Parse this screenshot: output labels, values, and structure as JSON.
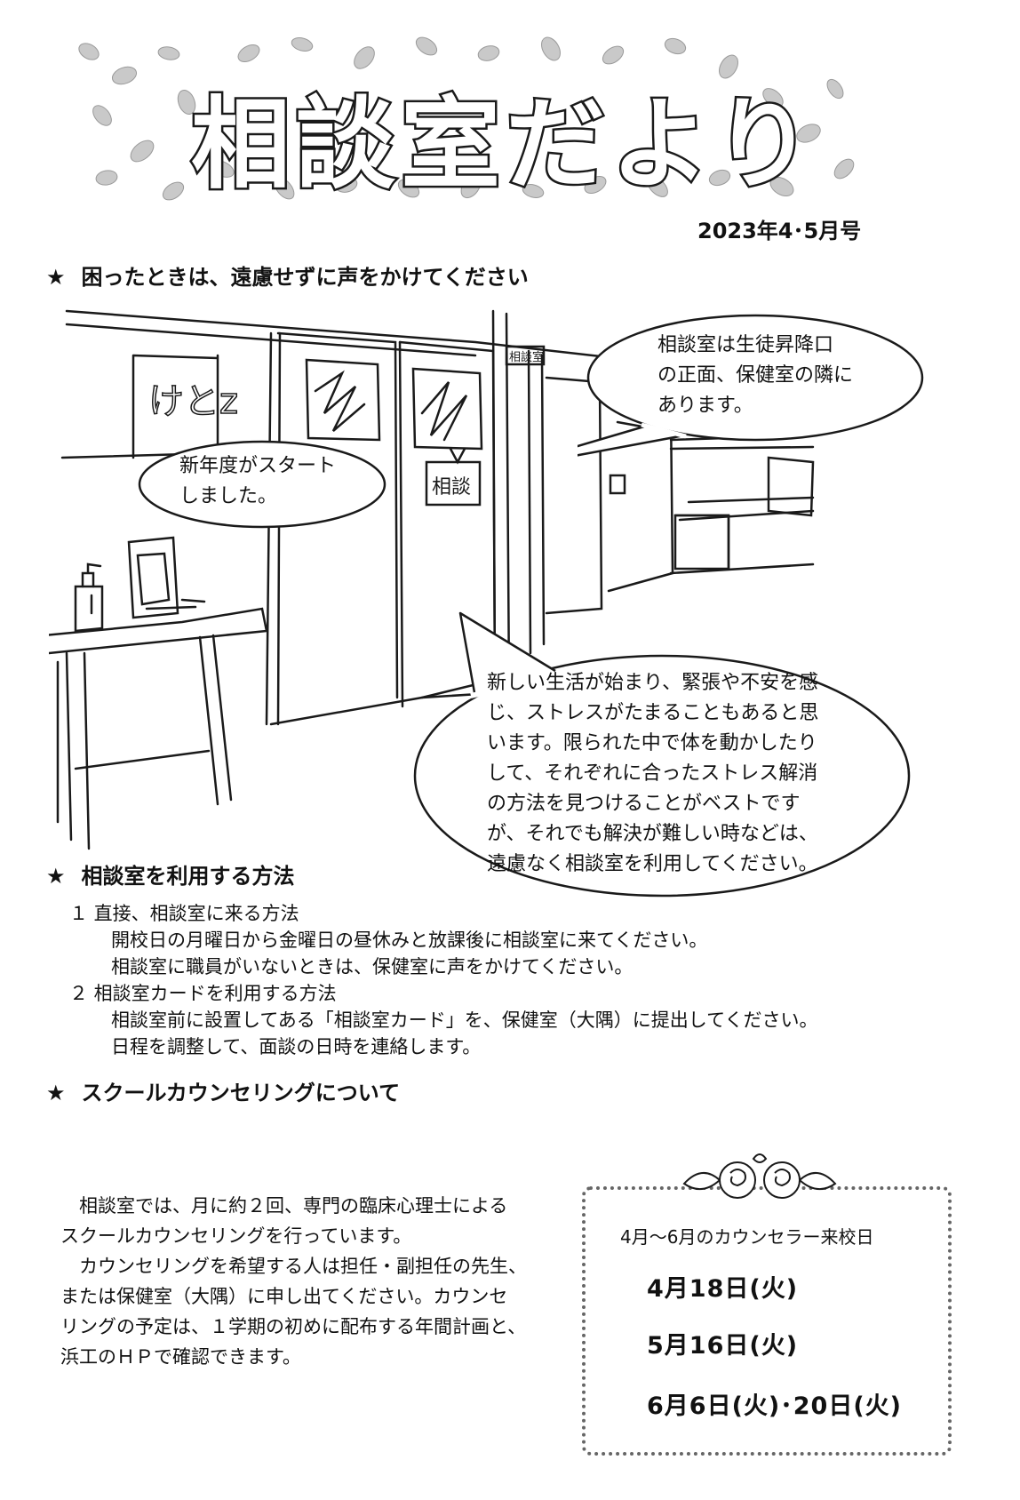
{
  "header": {
    "title": "相談室だより",
    "issue": "2023年4･5月号"
  },
  "section1": {
    "star": "★",
    "heading": "困ったときは、遠慮せずに声をかけてください"
  },
  "illustration": {
    "sign_label": "相談",
    "door_sign": "相談室"
  },
  "bubbles": {
    "location": "相談室は生徒昇降口\nの正面、保健室の隣に\nあります。",
    "new_year": "新年度がスタート\nしました。",
    "stress": "新しい生活が始まり、緊張や不安を感\nじ、ストレスがたまることもあると思\nいます。限られた中で体を動かしたり\nして、それぞれに合ったストレス解消\nの方法を見つけることがベストです\nが、それでも解決が難しい時などは、\n遠慮なく相談室を利用してください。"
  },
  "section2": {
    "star": "★",
    "heading": "相談室を利用する方法",
    "lines": [
      "１  直接、相談室に来る方法",
      "開校日の月曜日から金曜日の昼休みと放課後に相談室に来てください。",
      "相談室に職員がいないときは、保健室に声をかけてください。",
      "２  相談室カードを利用する方法",
      "相談室前に設置してある「相談室カード」を、保健室（大隅）に提出してください。",
      "日程を調整して、面談の日時を連絡します。"
    ]
  },
  "section3": {
    "star": "★",
    "heading": "スクールカウンセリングについて",
    "body": "　相談室では、月に約２回、専門の臨床心理士による\nスクールカウンセリングを行っています。\n　カウンセリングを希望する人は担任・副担任の先生、\nまたは保健室（大隅）に申し出てください。カウンセ\nリングの予定は、１学期の初めに配布する年間計画と、\n浜工のＨＰで確認できます。"
  },
  "visit_box": {
    "title": "4月～6月のカウンセラー来校日",
    "dates": [
      "4月18日(火)",
      "5月16日(火)",
      "6月6日(火)･20日(火)"
    ]
  }
}
